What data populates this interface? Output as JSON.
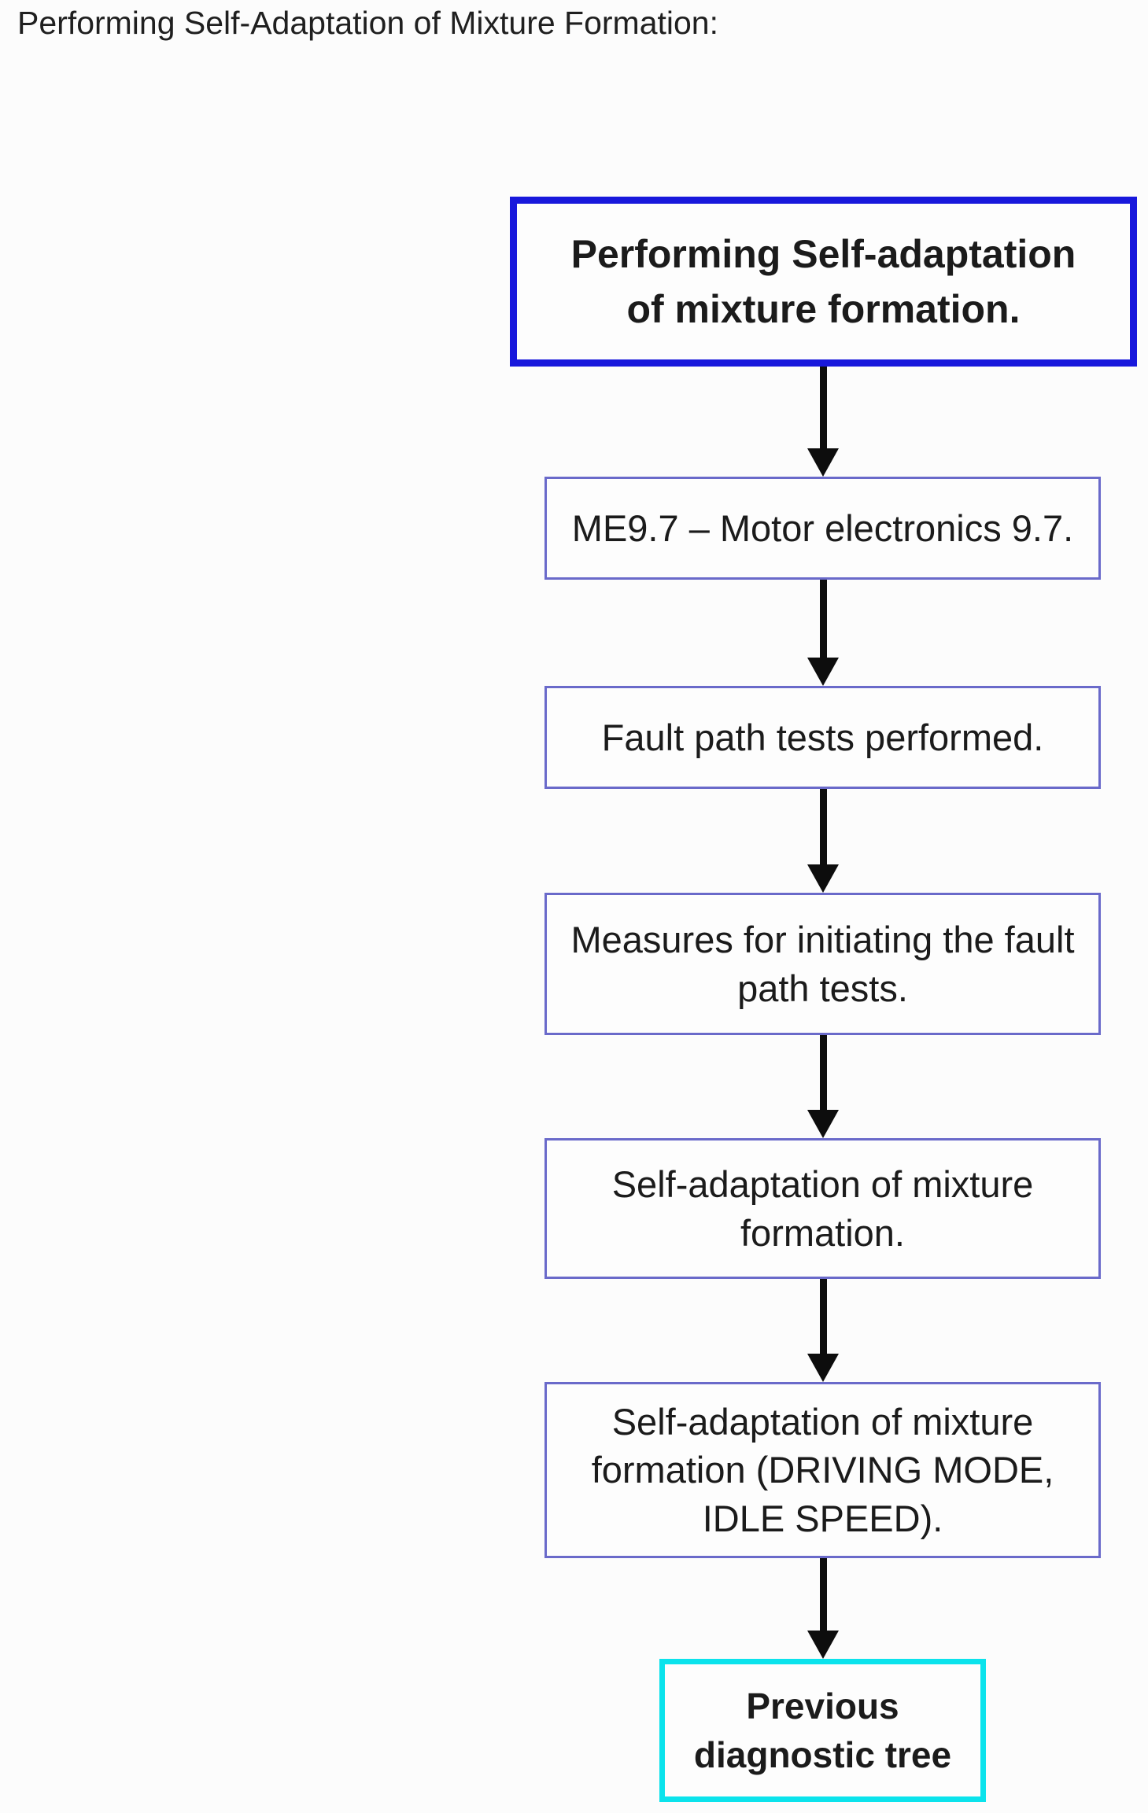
{
  "page": {
    "title": "Performing Self-Adaptation of Mixture Formation:"
  },
  "colors": {
    "start_node_border": "#1818dc",
    "step_node_border": "#6a6aca",
    "terminal_node_border": "#0be3ec",
    "arrow": "#0d0d0d",
    "text": "#1b1b1b",
    "background": "#fcfcfc"
  },
  "flowchart": {
    "nodes": [
      {
        "id": "start",
        "type": "start",
        "label": "Performing Self-adaptation\nof mixture formation."
      },
      {
        "id": "motor-electronics",
        "type": "step",
        "label": "ME9.7 – Motor electronics 9.7."
      },
      {
        "id": "fault-path-tests",
        "type": "step",
        "label": "Fault path tests performed."
      },
      {
        "id": "measures",
        "type": "step",
        "label": "Measures for initiating the fault\npath tests."
      },
      {
        "id": "self-adaptation",
        "type": "step",
        "label": "Self-adaptation of mixture\nformation."
      },
      {
        "id": "self-adaptation-modes",
        "type": "step",
        "label": "Self-adaptation of mixture\nformation (DRIVING MODE,\nIDLE SPEED)."
      },
      {
        "id": "previous-diagnostic-tree",
        "type": "terminal",
        "label": "Previous\ndiagnostic tree"
      }
    ],
    "edges": [
      {
        "from": "start",
        "to": "motor-electronics"
      },
      {
        "from": "motor-electronics",
        "to": "fault-path-tests"
      },
      {
        "from": "fault-path-tests",
        "to": "measures"
      },
      {
        "from": "measures",
        "to": "self-adaptation"
      },
      {
        "from": "self-adaptation",
        "to": "self-adaptation-modes"
      },
      {
        "from": "self-adaptation-modes",
        "to": "previous-diagnostic-tree"
      }
    ]
  }
}
